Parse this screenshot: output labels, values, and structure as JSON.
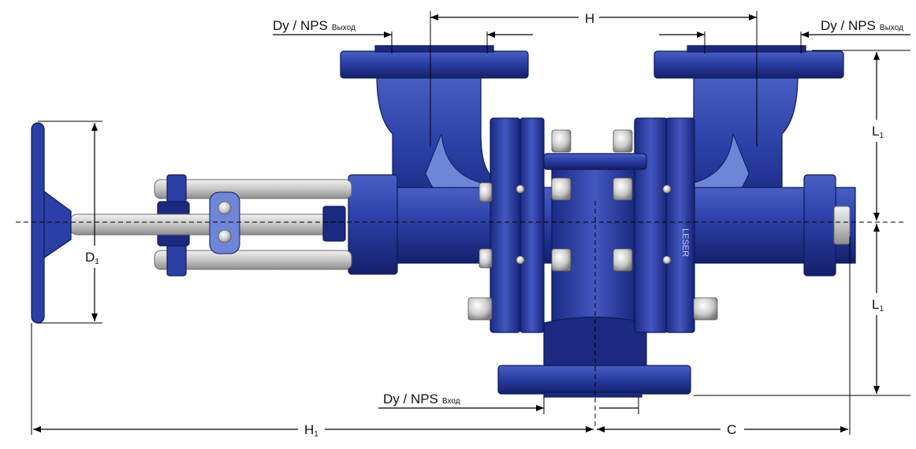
{
  "labels": {
    "outlet_left": {
      "main": "Dy / NPS",
      "sub": "Выход"
    },
    "outlet_right": {
      "main": "Dy / NPS",
      "sub": "Выход"
    },
    "inlet": {
      "main": "Dy / NPS",
      "sub": "Вход"
    },
    "H": "H",
    "H1": {
      "main": "H",
      "sub": "1"
    },
    "C": "C",
    "D1": {
      "main": "D",
      "sub": "1"
    },
    "L1_top": {
      "main": "L",
      "sub": "1"
    },
    "L1_bottom": {
      "main": "L",
      "sub": "1"
    },
    "brand": "LESER"
  },
  "colors": {
    "body_blue": "#2b3fa6",
    "dark_blue": "#1b2a80",
    "light_blue": "#6f86d8",
    "steel": "#c8c8c8",
    "dimension_lines": "#000000"
  }
}
